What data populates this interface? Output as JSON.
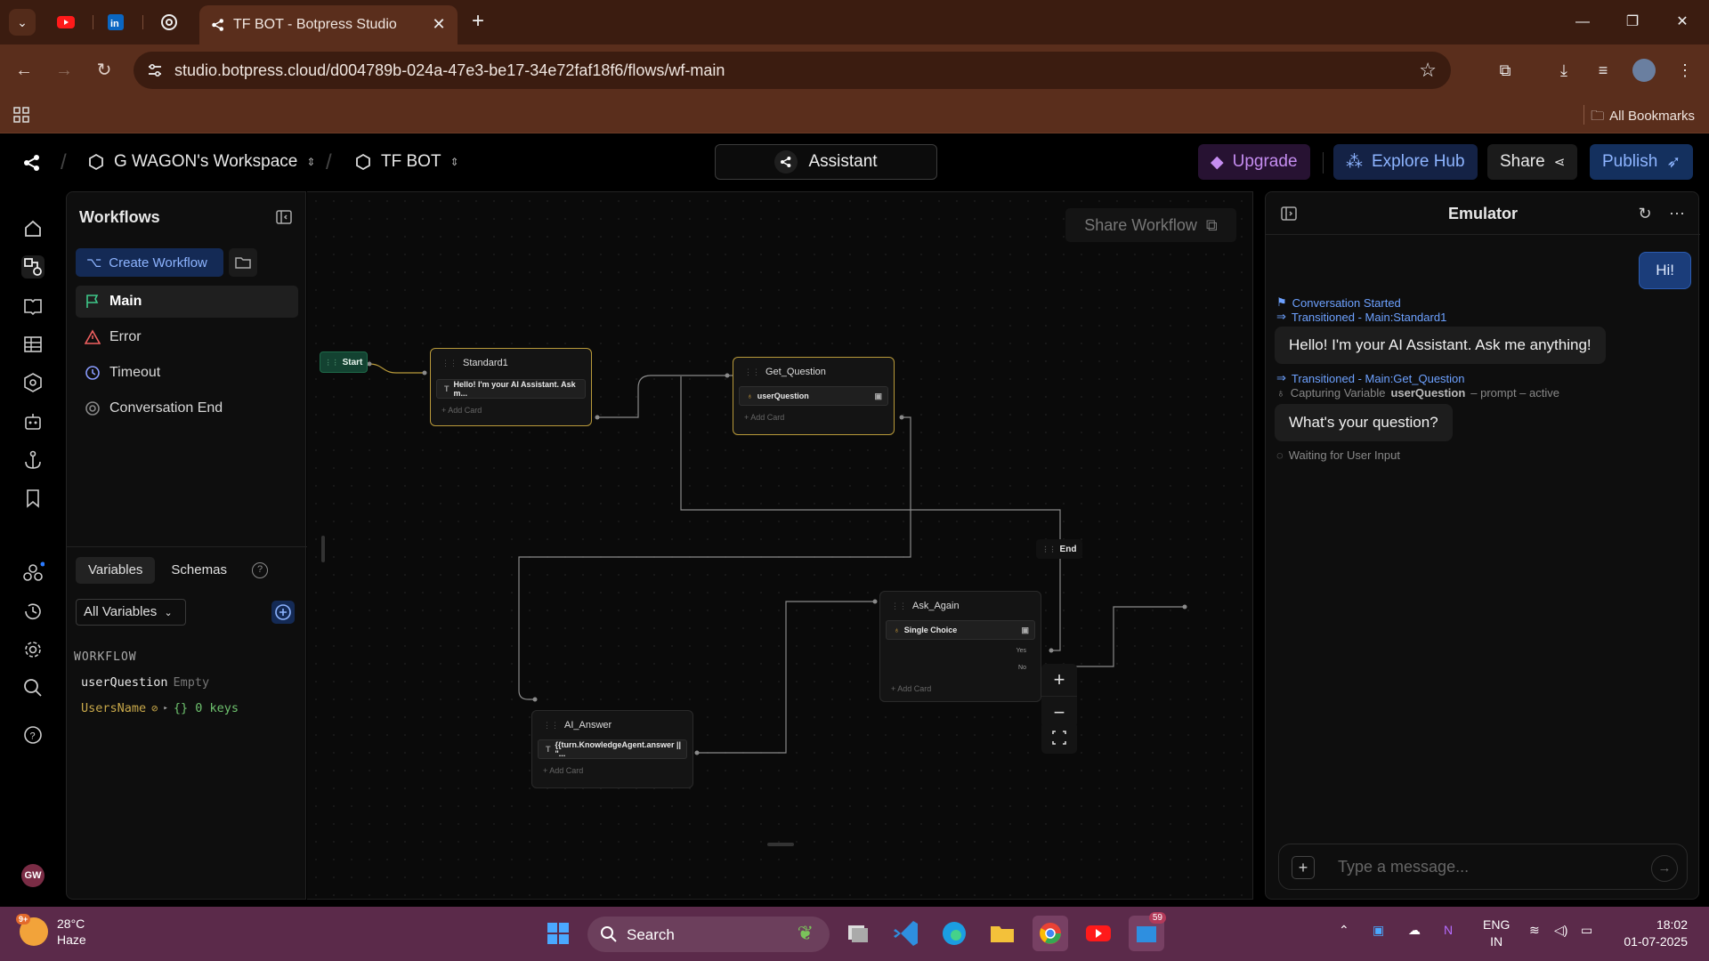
{
  "browser": {
    "tab_title": "TF BOT - Botpress Studio",
    "url": "studio.botpress.cloud/d004789b-024a-47e3-be17-34e72faf18f6/flows/wf-main",
    "all_bookmarks": "All Bookmarks"
  },
  "topbar": {
    "workspace": "G WAGON's Workspace",
    "bot": "TF BOT",
    "assistant": "Assistant",
    "upgrade": "Upgrade",
    "explore_hub": "Explore Hub",
    "share": "Share",
    "publish": "Publish"
  },
  "workflows": {
    "title": "Workflows",
    "create": "Create Workflow",
    "items": [
      "Main",
      "Error",
      "Timeout",
      "Conversation End"
    ],
    "tabs": [
      "Variables",
      "Schemas"
    ],
    "filter": "All Variables",
    "section": "WORKFLOW",
    "vars": [
      {
        "name": "userQuestion",
        "value": "Empty"
      },
      {
        "name": "UsersName",
        "value": "{} 0 keys"
      }
    ]
  },
  "canvas": {
    "share_workflow": "Share Workflow",
    "start": "Start",
    "end": "End",
    "add_card": "Add Card",
    "nodes": {
      "standard1": {
        "title": "Standard1",
        "card": "Hello! I'm your AI Assistant. Ask m..."
      },
      "get_question": {
        "title": "Get_Question",
        "card": "userQuestion"
      },
      "ask_again": {
        "title": "Ask_Again",
        "card": "Single Choice",
        "yes": "Yes",
        "no": "No"
      },
      "ai_answer": {
        "title": "AI_Answer",
        "card": "{{turn.KnowledgeAgent.answer || \"..."
      }
    }
  },
  "emulator": {
    "title": "Emulator",
    "user_msg": "Hi!",
    "events": {
      "started": "Conversation Started",
      "t1": "Transitioned - Main:Standard1",
      "t2": "Transitioned - Main:Get_Question",
      "capture_pre": "Capturing Variable",
      "capture_var": "userQuestion",
      "capture_post": "– prompt – active",
      "waiting": "Waiting for User Input"
    },
    "bot_msg1": "Hello! I'm your AI Assistant. Ask me anything!",
    "bot_msg2": "What's your question?",
    "placeholder": "Type a message..."
  },
  "taskbar": {
    "weather_badge": "9+",
    "temp": "28°C",
    "condition": "Haze",
    "search": "Search",
    "chrome_badge": "59",
    "lang1": "ENG",
    "lang2": "IN",
    "time": "18:02",
    "date": "01-07-2025"
  },
  "colors": {
    "accent_blue": "#8db4ff",
    "upgrade_purple": "#c58df0",
    "start_green": "#134231",
    "selected_node": "#b99a3a"
  }
}
